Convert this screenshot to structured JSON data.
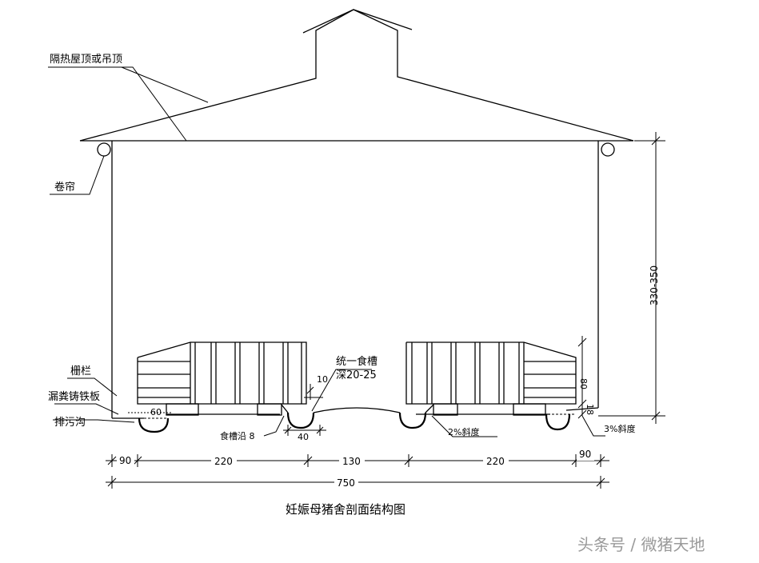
{
  "labels": {
    "roof": "隔热屋顶或吊顶",
    "curtain": "卷帘",
    "fence": "栅栏",
    "slat_floor": "漏粪铸铁板",
    "drain": "排污沟",
    "trough": "统一食槽",
    "trough_depth": "深20-25",
    "trough_edge": "食槽沿 8",
    "slope_2": "2%斜度",
    "slope_3": "3%斜度"
  },
  "dims": {
    "height": "330-350",
    "d10": "10",
    "d40": "40",
    "d60": "60",
    "d80": "80",
    "d18": "18",
    "w90_left": "90",
    "w220_left": "220",
    "w130": "130",
    "w220_right": "220",
    "w90_right": "90",
    "w750": "750"
  },
  "title": "妊娠母猪舍剖面结构图",
  "watermark": "头条号 / 微猪天地"
}
